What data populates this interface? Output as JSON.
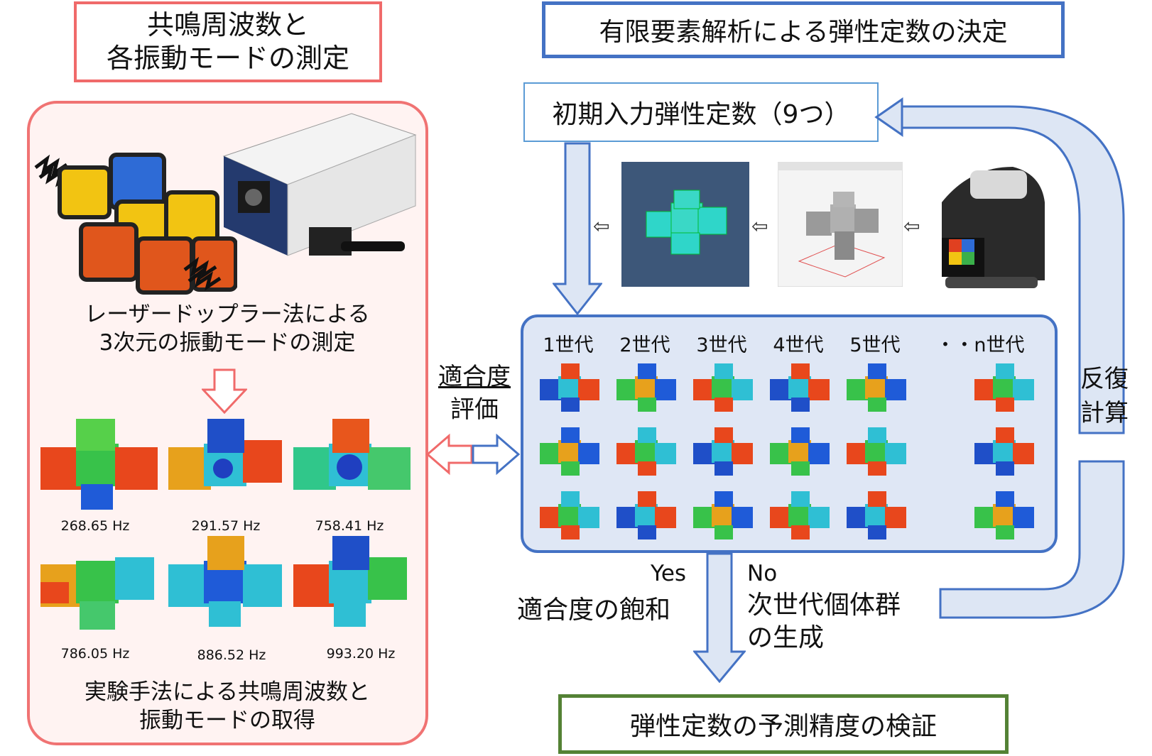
{
  "left_title_line1": "共鳴周波数と",
  "left_title_line2": "各振動モードの測定",
  "right_title": "有限要素解析による弾性定数の決定",
  "initial_input": "初期入力弾性定数（9つ）",
  "laser_line1": "レーザードップラー法による",
  "laser_line2": "3次元の振動モードの測定",
  "frequencies": [
    "268.65 Hz",
    "291.57 Hz",
    "758.41 Hz",
    "786.05 Hz",
    "886.52 Hz",
    "993.20 Hz"
  ],
  "experiment_line1": "実験手法による共鳴周波数と",
  "experiment_line2": "振動モードの取得",
  "fitness_line1": "適合度",
  "fitness_line2": "評価",
  "generations": [
    "1世代",
    "2世代",
    "3世代",
    "4世代",
    "5世代",
    "・・n世代"
  ],
  "iteration_line1": "反復",
  "iteration_line2": "計算",
  "yes": "Yes",
  "saturation": "適合度の飽和",
  "no": "No",
  "next_gen_line1": "次世代個体群",
  "next_gen_line2": "の生成",
  "verification": "弾性定数の予測精度の検証",
  "colors": {
    "red_border": "#f06a6a",
    "blue_border": "#4472c4",
    "green_border": "#548235",
    "panel_pink": "#fff3f2",
    "panel_blue": "#dfe7f5",
    "arrow_fill": "#dde6f4"
  }
}
